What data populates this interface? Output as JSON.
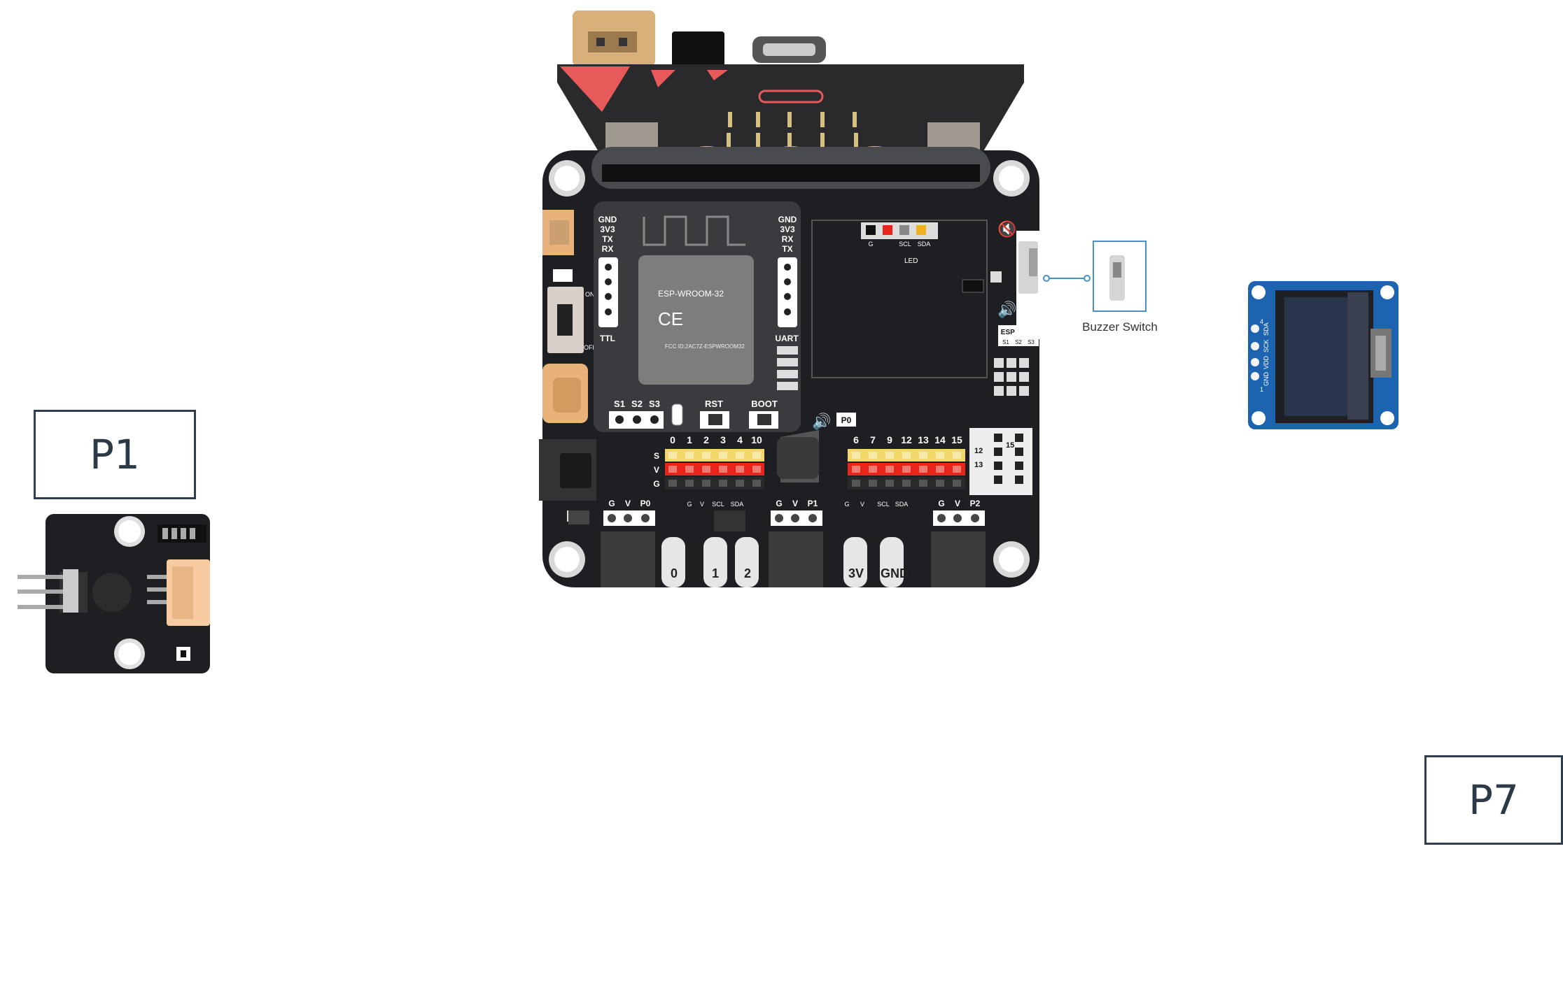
{
  "labels": {
    "p1": "P1",
    "p7": "P7",
    "buzzer_switch": "Buzzer Switch"
  },
  "board": {
    "module_name": "ESP-WROOM-32",
    "fcc_text": "FCC ID:2AC7Z-ESPWROOM32",
    "left_header": [
      "GND",
      "3V3",
      "TX",
      "RX"
    ],
    "right_header": [
      "GND",
      "3V3",
      "RX",
      "TX"
    ],
    "ttl": "TTL",
    "uart": "UART",
    "on": "ON",
    "off": "OFF",
    "buttons": [
      "S1",
      "S2",
      "S3",
      "RST",
      "BOOT"
    ],
    "pin_numbers_left": [
      "0",
      "1",
      "2",
      "3",
      "4",
      "10"
    ],
    "pin_numbers_right": [
      "6",
      "7",
      "9",
      "12",
      "13",
      "14",
      "15"
    ],
    "gvs": [
      "G",
      "V",
      "S"
    ],
    "p0": "P0",
    "gvp0": [
      "G",
      "V",
      "P0"
    ],
    "gvp1": [
      "G",
      "V",
      "P1"
    ],
    "gvp2": [
      "G",
      "V",
      "P2"
    ],
    "i2c_labels": [
      "G",
      "V",
      "SCL",
      "SDA"
    ],
    "i2c_top": [
      "G",
      "SCL",
      "SDA"
    ],
    "esp_servo": "ESP Servo",
    "servo_pins": [
      "S1",
      "S2",
      "S3"
    ],
    "edge_labels": [
      "0",
      "1",
      "2",
      "3V",
      "GND"
    ],
    "side_pins": [
      "12",
      "13",
      "15"
    ],
    "led": "LED"
  },
  "oled": {
    "pins": [
      "GND",
      "VDD",
      "SCK",
      "SDA"
    ],
    "num_left": "1",
    "num_right": "4"
  },
  "colors": {
    "wire_red": "#e8241b",
    "wire_yellow": "#f2b11f",
    "wire_black": "#111111",
    "board": "#1e1f22",
    "sensor_blue": "#2a9ad8",
    "oled_blue": "#1c64b0",
    "connector": "#f7caa0"
  }
}
